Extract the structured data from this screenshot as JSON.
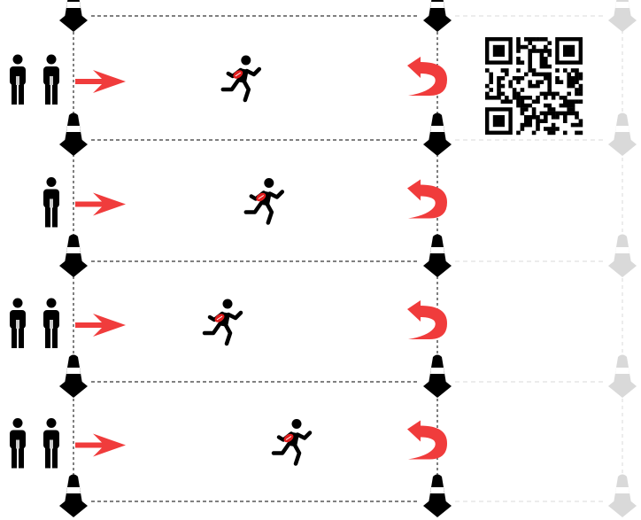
{
  "diagram": {
    "lanes": [
      {
        "waiting_players": 2,
        "runner_progress": 0.38
      },
      {
        "waiting_players": 1,
        "runner_progress": 0.48
      },
      {
        "waiting_players": 2,
        "runner_progress": 0.3
      },
      {
        "waiting_players": 2,
        "runner_progress": 0.6
      }
    ],
    "icons": {
      "cone": "traffic-cone-icon",
      "player": "standing-person-icon",
      "runner": "running-player-with-ball-icon",
      "direction": "right-arrow-icon",
      "return": "u-turn-arrow-icon",
      "code": "qr-code-icon"
    },
    "colors": {
      "arrow": "#f03c3c",
      "figure": "#000000",
      "ball": "#e11d1d",
      "faded_cone": "#d9d9d9"
    }
  }
}
